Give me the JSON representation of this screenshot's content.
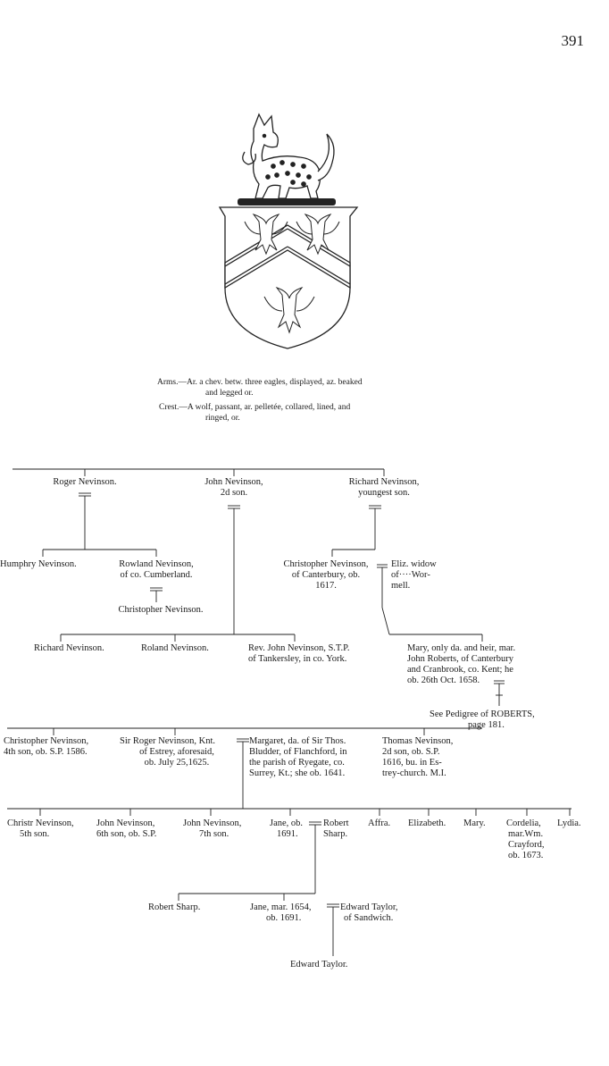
{
  "page_number": "391",
  "arms": {
    "lines": [
      "Arms.—Ar. a chev. betw. three eagles, displayed, az. beaked",
      "and legged or.",
      "Crest.—A wolf, passant, ar. pelletée, collared, lined, and",
      "ringed, or."
    ]
  },
  "gen1": {
    "roger": "Roger Nevinson.",
    "john": [
      "John Nevinson,",
      "2d son."
    ],
    "richard": [
      "Richard Nevinson,",
      "youngest son."
    ]
  },
  "gen2": {
    "humphry": "Humphry Nevinson.",
    "rowland": [
      "Rowland Nevinson,",
      "of co. Cumberland."
    ],
    "christopher_r": "Christopher Nevinson.",
    "christopher_c": [
      "Christopher Nevinson,",
      "of Canterbury, ob.",
      "1617."
    ],
    "eliz": [
      "Eliz. widow",
      "of····Wor-",
      "mell."
    ]
  },
  "gen3": {
    "richard": "Richard Nevinson.",
    "roland": "Roland Nevinson.",
    "rev_john": [
      "Rev. John Nevinson, S.T.P.",
      "of Tankersley, in co. York."
    ],
    "mary": [
      "Mary, only da. and heir, mar.",
      "John Roberts, of Canterbury",
      "and Cranbrook, co. Kent; he",
      "ob. 26th Oct. 1658."
    ],
    "see_roberts": [
      "See Pedigree of ROBERTS,",
      "page 181."
    ]
  },
  "gen4": {
    "christopher": [
      "Christopher Nevinson,",
      "4th son, ob. S.P. 1586."
    ],
    "sir_roger": [
      "Sir Roger Nevinson, Knt.",
      "of Estrey, aforesaid,",
      "ob. July 25,1625."
    ],
    "margaret": [
      "Margaret, da. of Sir Thos.",
      "Bludder, of Flanchford, in",
      "the parish of Ryegate, co.",
      "Surrey, Kt.; she ob. 1641."
    ],
    "thomas": [
      "Thomas Nevinson,",
      "2d son, ob. S.P.",
      "1616, bu. in Es-",
      "trey-church. M.I."
    ]
  },
  "gen5": {
    "christ": [
      "Christr Nevinson,",
      "5th son."
    ],
    "john6": [
      "John Nevinson,",
      "6th son, ob. S.P."
    ],
    "john7": [
      "John Nevinson,",
      "7th son."
    ],
    "jane": [
      "Jane, ob.",
      "1691."
    ],
    "robert": [
      "Robert",
      "Sharp."
    ],
    "affra": "Affra.",
    "elizabeth": "Elizabeth.",
    "mary": "Mary.",
    "cordelia": [
      "Cordelia,",
      "mar.Wm.",
      "Crayford,",
      "ob. 1673."
    ],
    "lydia": "Lydia."
  },
  "gen6": {
    "robert": "Robert Sharp.",
    "jane": [
      "Jane, mar. 1654,",
      "ob. 1691."
    ],
    "edward": [
      "Edward Taylor,",
      "of Sandwich."
    ]
  },
  "gen7": {
    "edward": "Edward Taylor."
  }
}
